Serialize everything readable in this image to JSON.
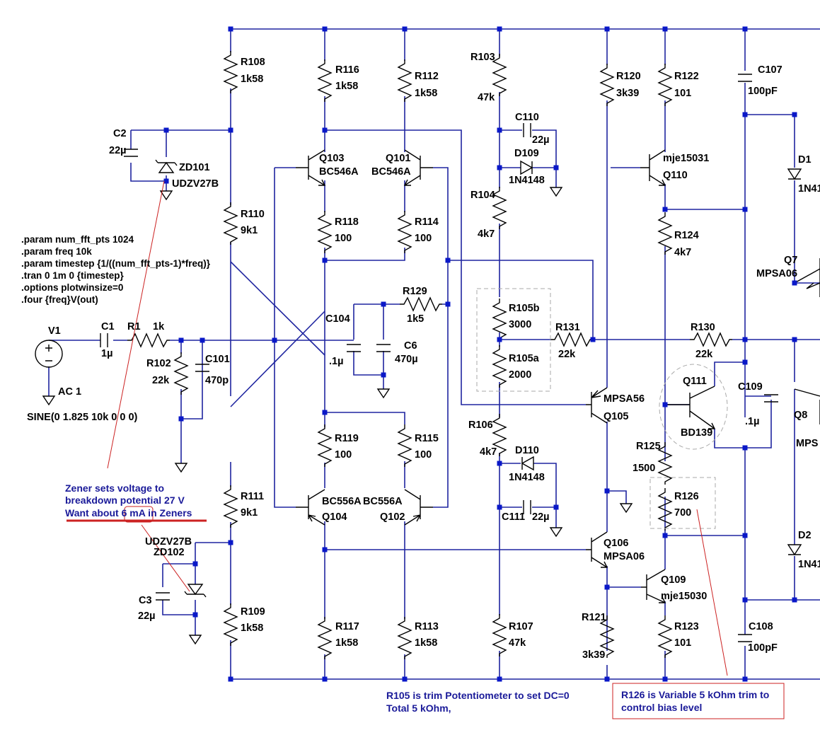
{
  "directives": [
    ".param num_fft_pts 1024",
    ".param freq 10k",
    ".param timestep {1/((num_fft_pts-1)*freq)}",
    ".tran 0 1m 0 {timestep}",
    ".options plotwinsize=0",
    ".four {freq}V(out)"
  ],
  "source": {
    "name": "V1",
    "ac": "AC 1",
    "sine": "SINE(0 1.825 10k 0 0 0)"
  },
  "resistors": [
    {
      "name": "R108",
      "value": "1k58"
    },
    {
      "name": "R116",
      "value": "1k58"
    },
    {
      "name": "R112",
      "value": "1k58"
    },
    {
      "name": "R103",
      "value": "47k"
    },
    {
      "name": "R120",
      "value": "3k39"
    },
    {
      "name": "R122",
      "value": "101"
    },
    {
      "name": "R110",
      "value": "9k1"
    },
    {
      "name": "R118",
      "value": "100"
    },
    {
      "name": "R114",
      "value": "100"
    },
    {
      "name": "R104",
      "value": "4k7"
    },
    {
      "name": "R124",
      "value": "4k7"
    },
    {
      "name": "R1",
      "value": "1k"
    },
    {
      "name": "R102",
      "value": "22k"
    },
    {
      "name": "R129",
      "value": "1k5"
    },
    {
      "name": "R105b",
      "value": "3000"
    },
    {
      "name": "R105a",
      "value": "2000"
    },
    {
      "name": "R131",
      "value": "22k"
    },
    {
      "name": "R130",
      "value": "22k"
    },
    {
      "name": "R119",
      "value": "100"
    },
    {
      "name": "R115",
      "value": "100"
    },
    {
      "name": "R106",
      "value": "4k7"
    },
    {
      "name": "R125",
      "value": "1500"
    },
    {
      "name": "R126",
      "value": "700"
    },
    {
      "name": "R111",
      "value": "9k1"
    },
    {
      "name": "R109",
      "value": "1k58"
    },
    {
      "name": "R117",
      "value": "1k58"
    },
    {
      "name": "R113",
      "value": "1k58"
    },
    {
      "name": "R107",
      "value": "47k"
    },
    {
      "name": "R121",
      "value": "3k39"
    },
    {
      "name": "R123",
      "value": "101"
    }
  ],
  "capacitors": [
    {
      "name": "C2",
      "value": "22µ"
    },
    {
      "name": "C110",
      "value": "22µ"
    },
    {
      "name": "C107",
      "value": "100pF"
    },
    {
      "name": "C1",
      "value": "1µ"
    },
    {
      "name": "C101",
      "value": "470p"
    },
    {
      "name": "C104",
      "value": ".1µ"
    },
    {
      "name": "C6",
      "value": "470µ"
    },
    {
      "name": "C109",
      "value": ".1µ"
    },
    {
      "name": "C111",
      "value": "22µ"
    },
    {
      "name": "C3",
      "value": "22µ"
    },
    {
      "name": "C108",
      "value": "100pF"
    }
  ],
  "semis": [
    {
      "name": "ZD101",
      "model": "UDZV27B"
    },
    {
      "name": "ZD102",
      "model": "UDZV27B"
    },
    {
      "name": "D109",
      "model": "1N4148"
    },
    {
      "name": "D110",
      "model": "1N4148"
    },
    {
      "name": "D1",
      "model": "1N41"
    },
    {
      "name": "D2",
      "model": "1N41"
    },
    {
      "name": "Q103",
      "model": "BC546A"
    },
    {
      "name": "Q101",
      "model": "BC546A"
    },
    {
      "name": "Q104",
      "model": "BC556A"
    },
    {
      "name": "Q102",
      "model": "BC556A"
    },
    {
      "name": "Q110",
      "model": "mje15031"
    },
    {
      "name": "Q109",
      "model": "mje15030"
    },
    {
      "name": "Q105",
      "model": "MPSA56"
    },
    {
      "name": "Q106",
      "model": "MPSA06"
    },
    {
      "name": "Q111",
      "model": "BD139"
    },
    {
      "name": "Q7",
      "model": "MPSA06"
    },
    {
      "name": "Q8",
      "model": "MPS"
    }
  ],
  "notes": {
    "zener": [
      "Zener sets voltage to",
      "breakdown potential 27 V",
      "Want about 6 mA in Zeners"
    ],
    "r105": [
      "R105 is trim Potentiometer to set DC=0",
      "Total 5 kOhm,"
    ],
    "r126": [
      "R126 is Variable 5 kOhm trim to",
      "control bias level"
    ]
  },
  "colors": {
    "wire": "#1f25a0",
    "junction": "#0a18c8",
    "note_text": "#1a1a99",
    "note_line": "#cc2222"
  }
}
